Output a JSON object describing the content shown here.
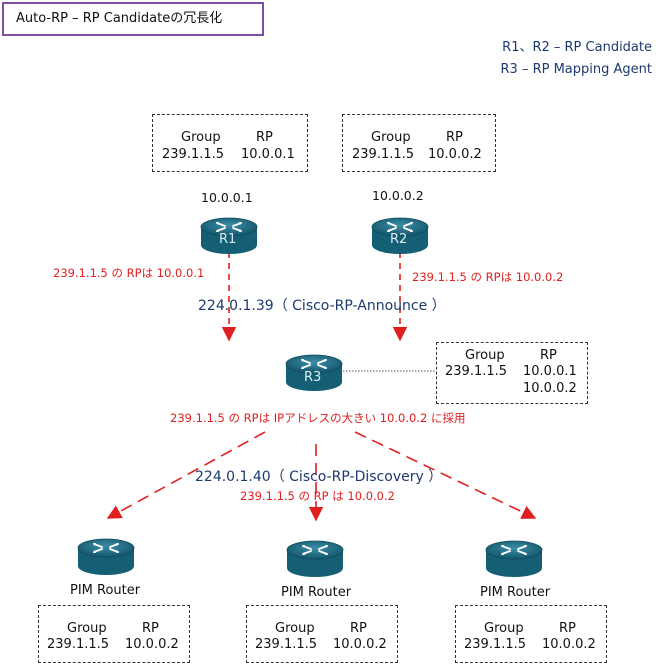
{
  "title": "Auto-RP – RP Candidateの冗長化",
  "legend": [
    "R1、R2 – RP Candidate",
    "R3 – RP Mapping Agent"
  ],
  "table_header": {
    "group": "Group",
    "rp": "RP"
  },
  "tables": {
    "r1": {
      "group": "239.1.1.5",
      "rp": "10.0.0.1"
    },
    "r2": {
      "group": "239.1.1.5",
      "rp": "10.0.0.2"
    },
    "r3": {
      "group": "239.1.1.5",
      "rp1": "10.0.0.1",
      "rp2": "10.0.0.2"
    },
    "pim1": {
      "group": "239.1.1.5",
      "rp": "10.0.0.2"
    },
    "pim2": {
      "group": "239.1.1.5",
      "rp": "10.0.0.2"
    },
    "pim3": {
      "group": "239.1.1.5",
      "rp": "10.0.0.2"
    }
  },
  "routers": {
    "r1": {
      "name": "R1",
      "ip": "10.0.0.1"
    },
    "r2": {
      "name": "R2",
      "ip": "10.0.0.2"
    },
    "r3": {
      "name": "R3"
    },
    "pim": "PIM Router"
  },
  "messages": {
    "r1_rp": "239.1.1.5 の RPは 10.0.0.1",
    "r2_rp": "239.1.1.5 の RPは 10.0.0.2",
    "announce": "224.0.1.39（ Cisco-RP-Announce ）",
    "select": "239.1.1.5 の RPは IPアドレスの大きい 10.0.0.2 に採用",
    "discovery": "224.0.1.40（ Cisco-RP-Discovery ）",
    "result": "239.1.1.5 の RP は 10.0.0.2"
  },
  "colors": {
    "router": "#1e6f86",
    "arrow": "#e02020",
    "text_blue": "#1d3a6e",
    "accent": "#7a4fa3"
  }
}
